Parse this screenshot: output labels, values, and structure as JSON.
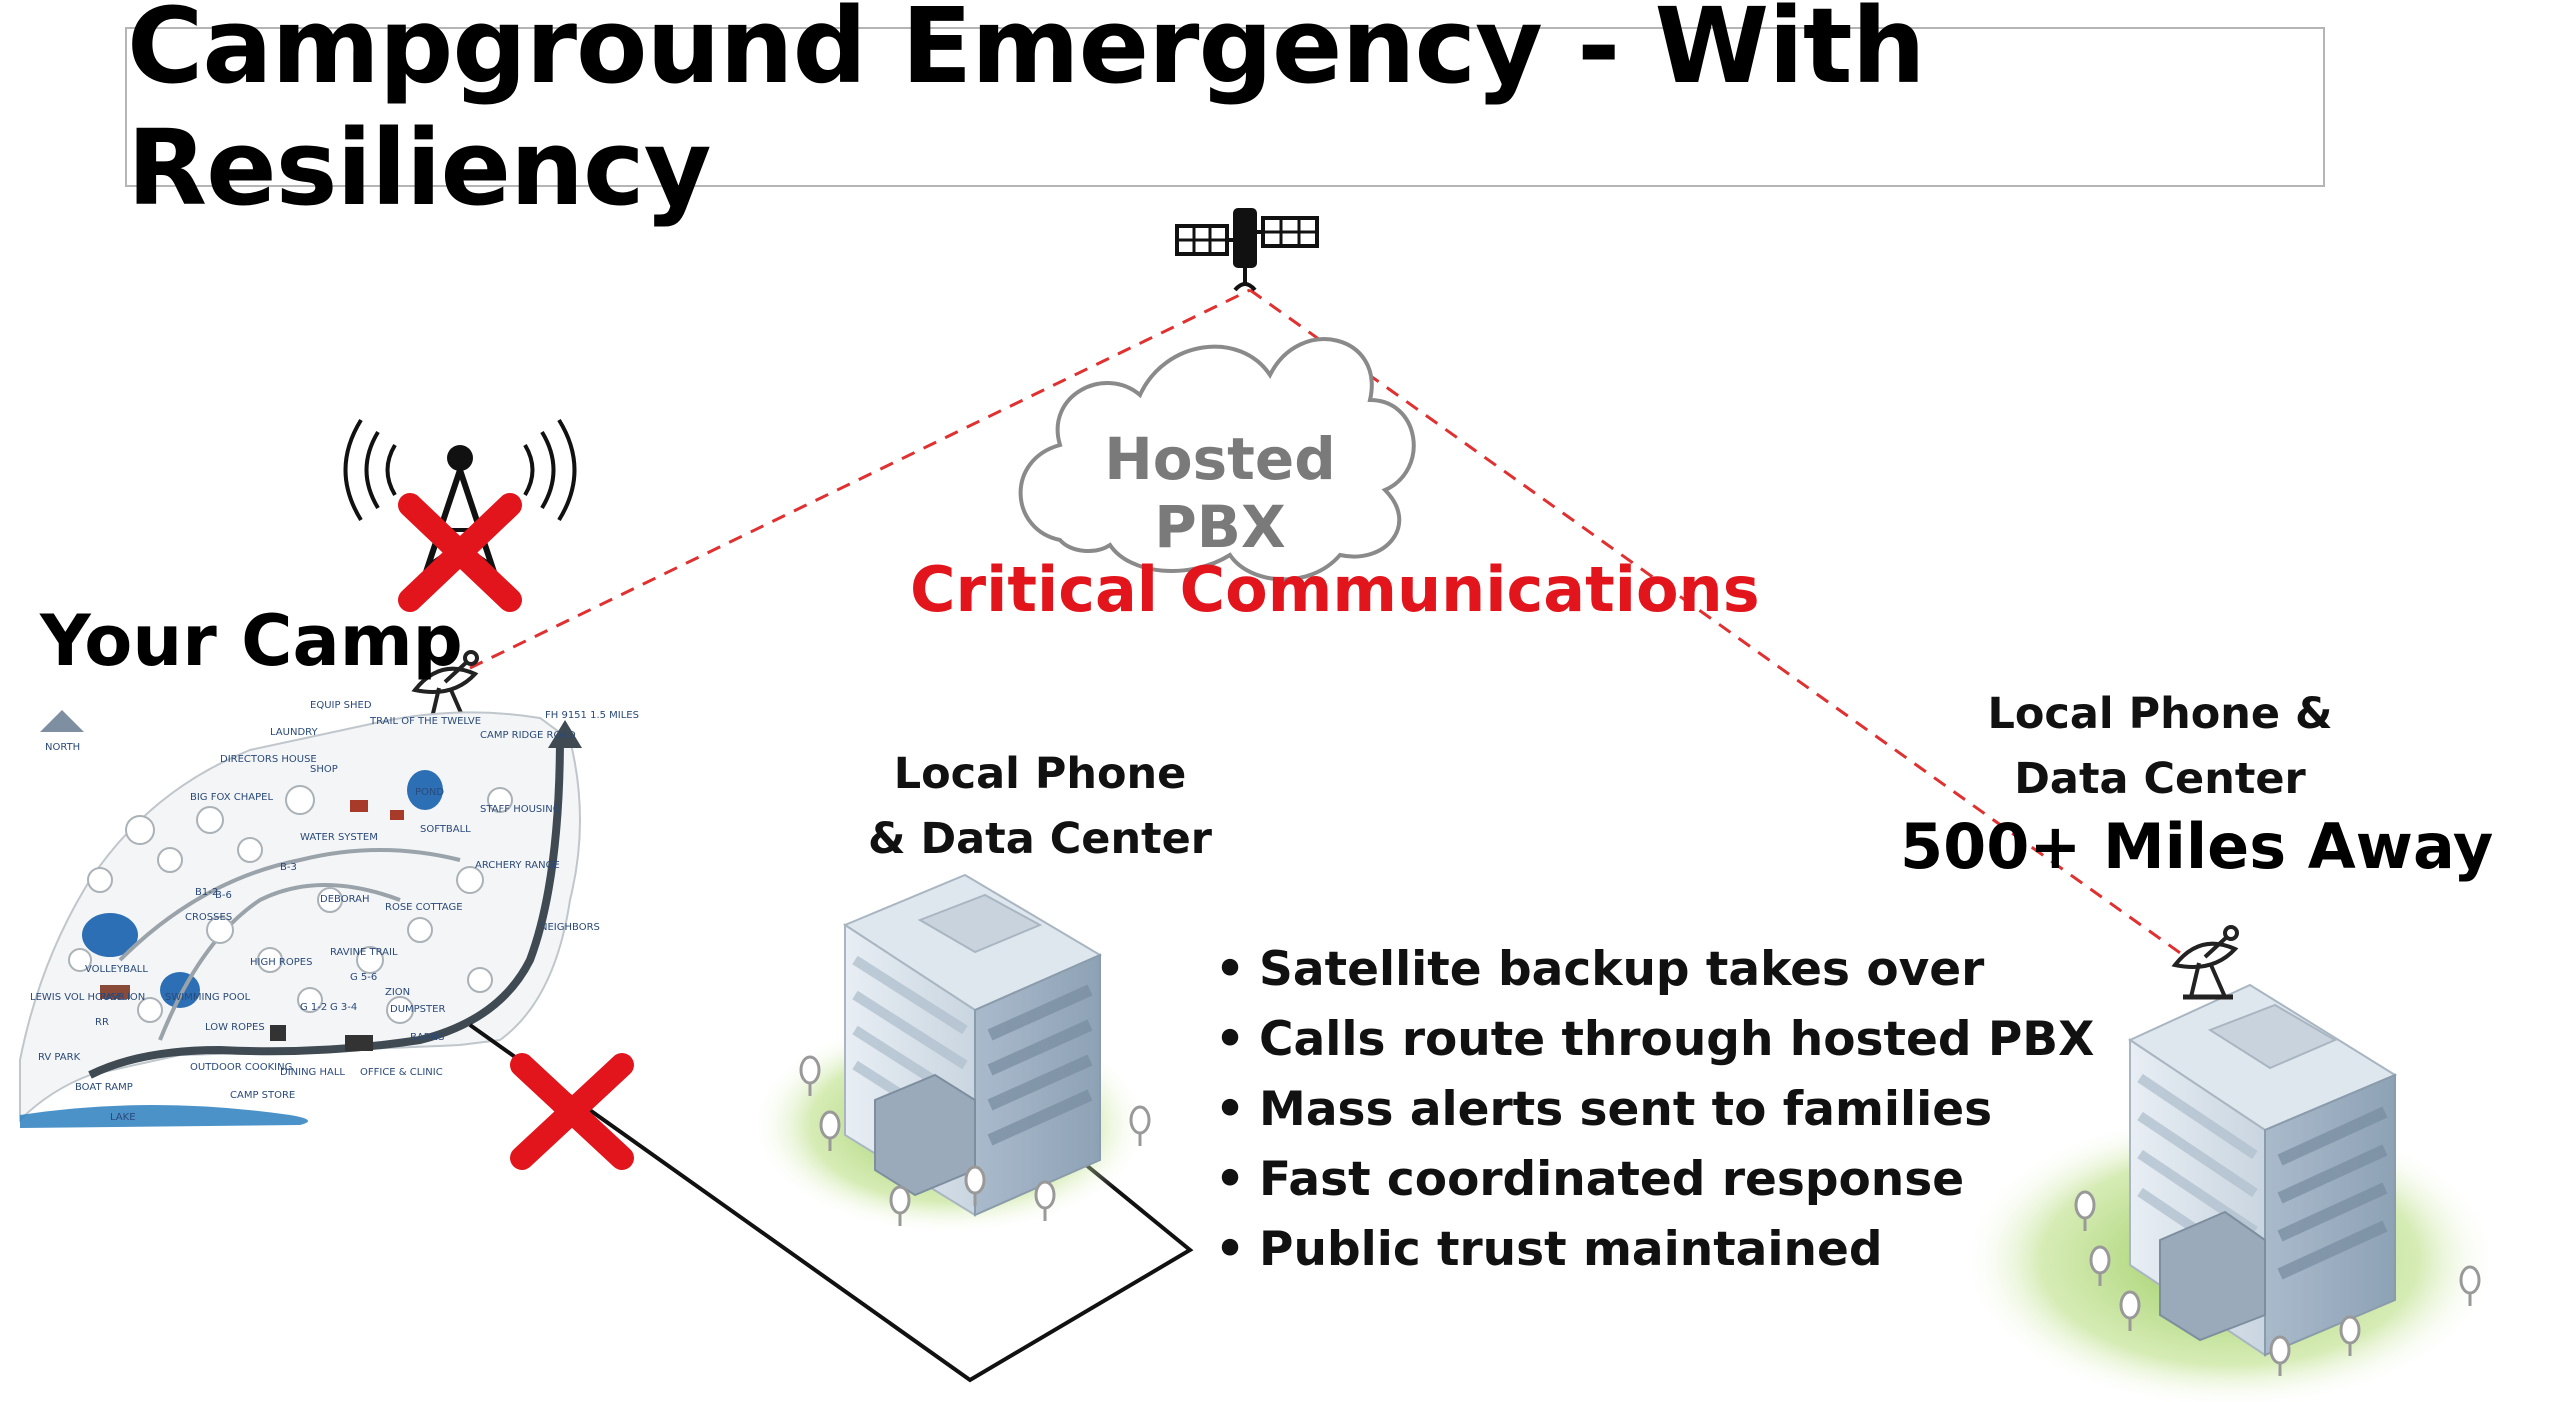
{
  "title": "Campground Emergency - With Resiliency",
  "cloud": {
    "label": "Hosted PBX"
  },
  "critical_label": "Critical Communications",
  "camp": {
    "label": "Your Camp",
    "map_labels": [
      "EQUIP SHED",
      "TRAIL OF THE TWELVE",
      "CAMP RIDGE ROAD",
      "FH 9151 1.5 MILES",
      "LAUNDRY",
      "DIRECTORS HOUSE",
      "SHOP",
      "BIG FOX CHAPEL",
      "POND",
      "SOFTBALL",
      "STAFF HOUSING",
      "NORTH",
      "NEIGHBORS",
      "WATER SYSTEM",
      "B-3",
      "B-6",
      "ROSE COTTAGE",
      "ARCHERY RANGE",
      "CROSSES",
      "B1-2",
      "DEBORAH",
      "RAVINE TRAIL",
      "HIGH ROPES",
      "G 5-6",
      "ZION",
      "G 1-2",
      "G 3-4",
      "DUMPSTER",
      "VOLLEYBALL",
      "PAVILION",
      "SWIMMING POOL",
      "LOW ROPES",
      "LEWIS VOL HOUSE",
      "RR",
      "RV PARK",
      "BOAT RAMP",
      "OUTDOOR COOKING",
      "DINING HALL",
      "OFFICE & CLINIC",
      "CAMP STORE",
      "LAKE",
      "BARNS"
    ]
  },
  "local_dc": {
    "line1": "Local Phone",
    "line2": "& Data Center"
  },
  "remote_dc": {
    "line1": "Local Phone &",
    "line2": "Data Center",
    "distance": "500+ Miles Away"
  },
  "bullets": [
    "Satellite backup takes over",
    "Calls route through hosted PBX",
    "Mass alerts sent to families",
    "Fast coordinated response",
    "Public trust maintained"
  ],
  "colors": {
    "accent_red": "#e2141c",
    "link_red": "#e03030",
    "grass": "#8bc34a",
    "building": "#b8c8d6"
  }
}
